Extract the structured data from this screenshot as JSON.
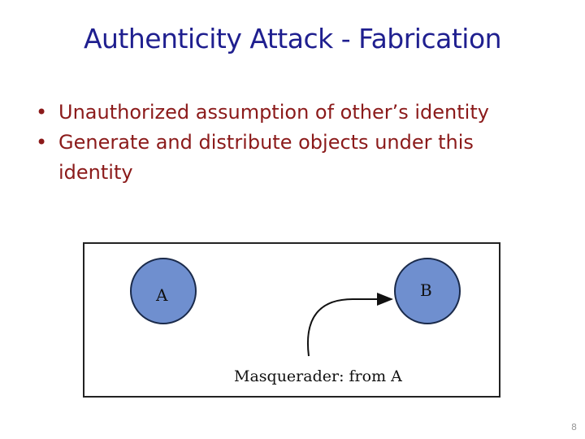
{
  "slide": {
    "title": "Authenticity Attack - Fabrication",
    "bullets": [
      "Unauthorized assumption of other’s identity",
      "Generate and distribute objects under this identity"
    ],
    "bullet_symbol": "•",
    "page_number": "8"
  },
  "diagram": {
    "nodes": [
      {
        "id": "A",
        "label": "A"
      },
      {
        "id": "B",
        "label": "B"
      }
    ],
    "caption": "Masquerader: from A",
    "colors": {
      "node_fill": "#6f8fcf",
      "node_border": "#1a2a4a",
      "title": "#1f1f8f",
      "bullets": "#8b1a1a"
    }
  }
}
